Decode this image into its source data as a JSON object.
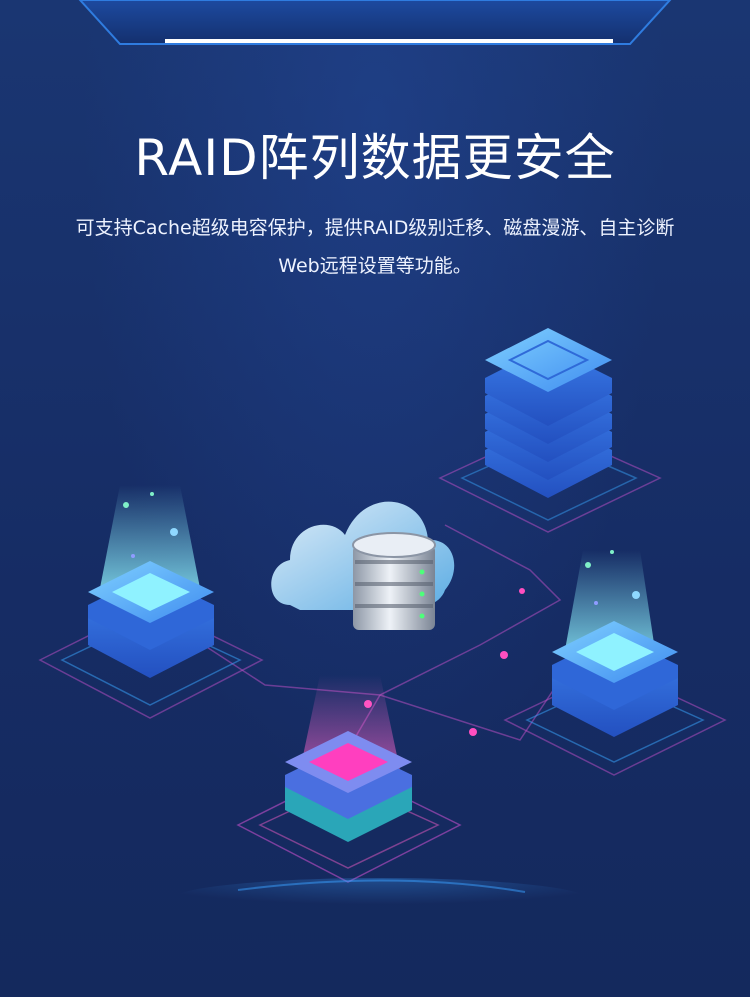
{
  "title": "RAID阵列数据更安全",
  "subtitle_line1": "可支持Cache超级电容保护，提供RAID级别迁移、磁盘漫游、自主诊断",
  "subtitle_line2": "Web远程设置等功能。",
  "colors": {
    "background": "#17306a",
    "accent_blue": "#3fa0ff",
    "accent_cyan": "#6ff0ff",
    "accent_magenta": "#ff3fbf"
  },
  "icons": [
    "top-frame-decoration",
    "server-stack-icon",
    "cloud-database-icon",
    "node-cyan-icon",
    "node-magenta-icon"
  ]
}
